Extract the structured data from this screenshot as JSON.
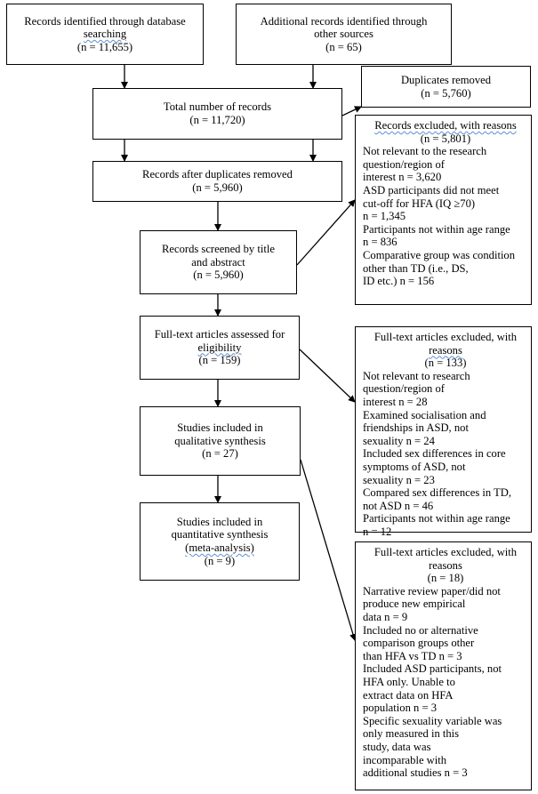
{
  "boxes": {
    "database": {
      "lines": [
        "Records identified through database",
        "searching",
        "(n = 11,655)"
      ]
    },
    "other_sources": {
      "lines": [
        "Additional records identified through",
        "other sources",
        "(n =  65)"
      ]
    },
    "total": {
      "lines": [
        "Total number of records",
        "(n = 11,720)"
      ]
    },
    "duplicates_removed": {
      "lines": [
        "Duplicates removed",
        "(n = 5,760)"
      ]
    },
    "after_duplicates": {
      "lines": [
        "Records after duplicates removed",
        "(n = 5,960)"
      ]
    },
    "screened": {
      "lines": [
        "Records screened by title",
        "and abstract",
        "(n = 5,960)"
      ]
    },
    "fulltext_assessed": {
      "lines": [
        "Full-text articles assessed for",
        "eligibility",
        "(n = 159)"
      ]
    },
    "qualitative": {
      "lines": [
        "Studies included in",
        "qualitative synthesis",
        "(n = 27)"
      ]
    },
    "quantitative": {
      "lines": [
        "Studies included in",
        "quantitative synthesis",
        "(meta-analysis)",
        "(n = 9)"
      ]
    },
    "excluded_records": {
      "heading": [
        "Records excluded, with reasons",
        "(n = 5,801)"
      ],
      "items": [
        "Not relevant to the research",
        "question/region of",
        "interest n = 3,620",
        "ASD participants did not meet",
        "cut-off for HFA (IQ ≥70)",
        "n = 1,345",
        "Participants not within age range",
        "n = 836",
        "Comparative group was condition",
        "other than TD (i.e., DS,",
        "ID etc.) n = 156"
      ]
    },
    "excluded_fulltext_1": {
      "heading": [
        "Full-text articles excluded, with",
        "reasons",
        "(n = 133)"
      ],
      "items": [
        "Not relevant to research",
        "question/region of",
        "interest n = 28",
        "Examined socialisation and",
        "friendships in ASD, not",
        "sexuality n = 24",
        "Included sex differences in core",
        "symptoms of ASD, not",
        "sexuality n = 23",
        "Compared sex differences in TD,",
        "not ASD n = 46",
        "Participants not within age range",
        "n = 12"
      ]
    },
    "excluded_fulltext_2": {
      "heading": [
        "Full-text articles excluded, with",
        "reasons",
        "(n = 18)"
      ],
      "items": [
        "Narrative review paper/did not",
        "produce new empirical",
        "data n = 9",
        "Included no or alternative",
        "comparison groups other",
        "than HFA vs TD n = 3",
        "Included ASD participants, not",
        "HFA only. Unable to",
        "extract data on HFA",
        "population n = 3",
        "Specific sexuality variable was",
        "only measured in this",
        "study, data was",
        "incomparable with",
        "additional studies n = 3"
      ]
    }
  }
}
